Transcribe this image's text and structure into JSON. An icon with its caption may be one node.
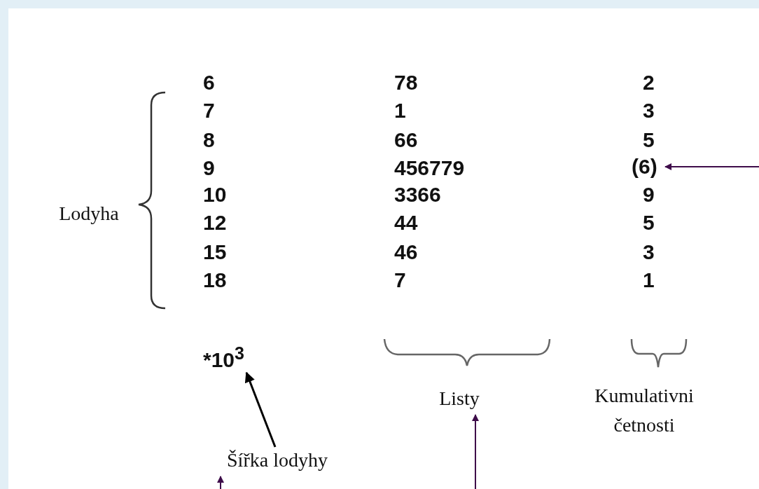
{
  "diagram": {
    "nodes": [
      {
        "text": [
          "Lodyha"
        ]
      },
      {
        "text": [
          "(6)"
        ]
      },
      {
        "text": [
          "Listy"
        ]
      },
      {
        "text": [
          "Kumulativni četnosti"
        ]
      },
      {
        "text": [
          "*10$^{3}$"
        ]
      },
      {
        "text": [
          "Šířka lodyhy"
        ]
      }
    ],
    "edges": [
      {
        "from": null,
        "to": 1,
        "arrow": "to"
      },
      {
        "from": null,
        "to": 2,
        "arrow": "to"
      },
      {
        "from": 5,
        "to": 4,
        "arrow": "to",
        "color": "#000000"
      },
      {
        "from": null,
        "to": 5,
        "arrow": "to"
      }
    ],
    "labels": [
      "6",
      "78",
      "2",
      "7",
      "1",
      "3",
      "8",
      "66",
      "5",
      "9",
      "456779",
      "10",
      "3366",
      "9",
      "12",
      "44",
      "5",
      "15",
      "46",
      "3",
      "18",
      "7",
      "1"
    ]
  }
}
